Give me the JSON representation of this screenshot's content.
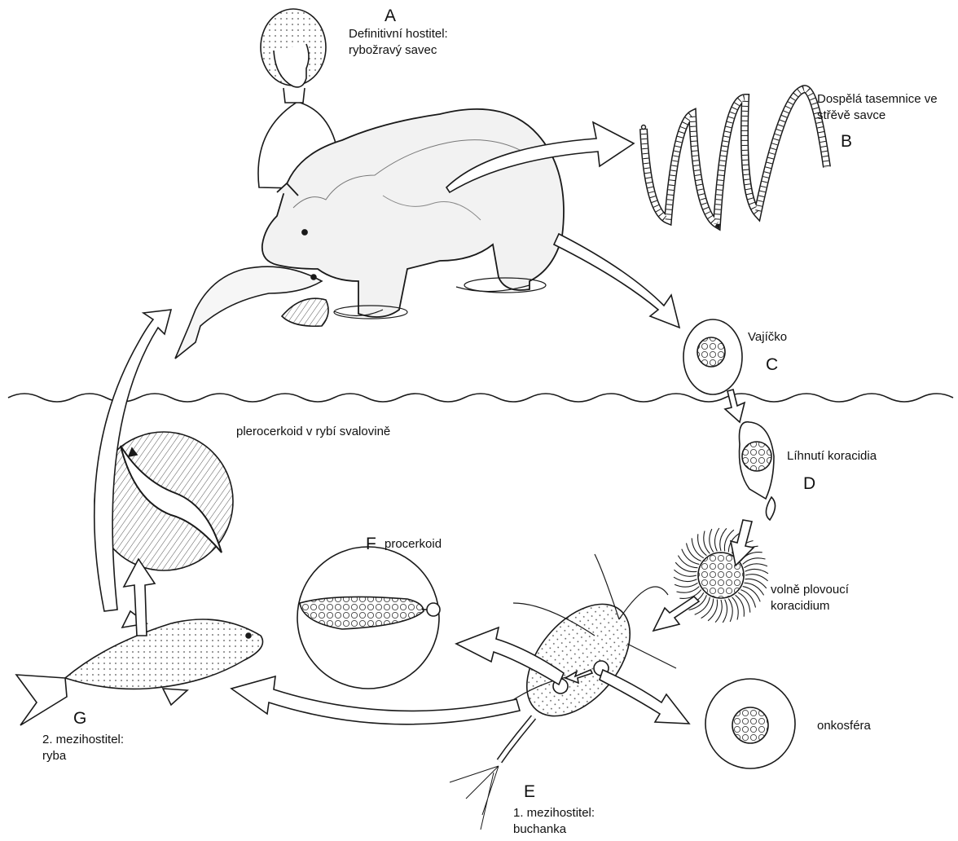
{
  "stages": {
    "A": {
      "letter": "A",
      "line1": "Definitivní hostitel:",
      "line2": "rybožravý savec"
    },
    "B": {
      "letter": "B",
      "line1": "Dospělá tasemnice ve",
      "line2": "střěvě savce"
    },
    "C": {
      "letter": "C",
      "line1": "Vajíčko"
    },
    "D": {
      "letter": "D",
      "line1": "Líhnutí koracidia"
    },
    "coracidium": {
      "line1": "volně plovoucí",
      "line2": "koracidium"
    },
    "E": {
      "letter": "E",
      "line1": "1. mezihostitel:",
      "line2": "buchanka"
    },
    "oncosphere": {
      "line1": "onkosféra"
    },
    "F": {
      "letter": "F",
      "line1": "procerkoid"
    },
    "G": {
      "letter": "G",
      "line1": "2. mezihostitel:",
      "line2": "ryba"
    },
    "plerocercoid": {
      "line1": "plerocerkoid v rybí svalovině"
    }
  },
  "colors": {
    "ink": "#1a1a1a",
    "paper": "#ffffff",
    "shade": "#cfcfcf"
  },
  "icons": [
    "person-icon",
    "bear-icon",
    "salmon-icon",
    "tapeworm-icon",
    "egg-icon",
    "hatching-egg-icon",
    "coracidium-icon",
    "copepod-icon",
    "oncosphere-icon",
    "procercoid-icon",
    "plerocercoid-icon",
    "fish-icon",
    "water-surface-icon",
    "cycle-arrow-icon"
  ]
}
